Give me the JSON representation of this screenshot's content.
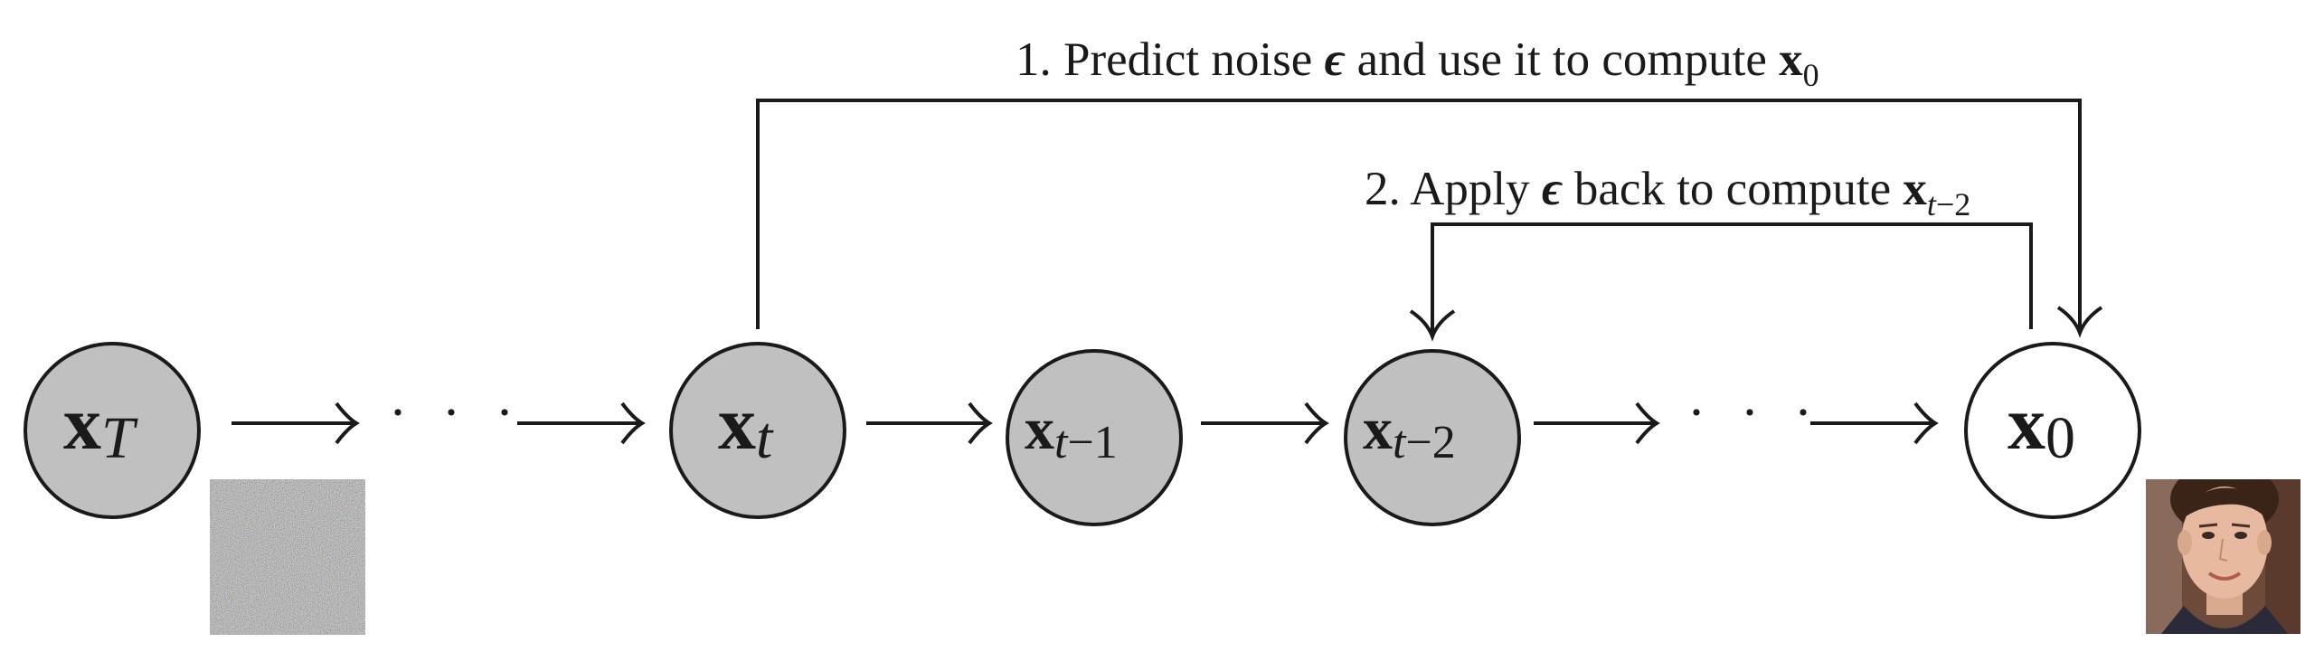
{
  "captions": {
    "step1": {
      "prefix": "1. Predict noise ",
      "eps": "ϵ",
      "middle": " and use it to compute ",
      "var": "x",
      "sub": "0"
    },
    "step2": {
      "prefix": "2. Apply ",
      "eps": "ϵ",
      "middle": " back to compute ",
      "var": "x",
      "sub_italic": "t",
      "sub_minus": "−",
      "sub_num": "2"
    }
  },
  "nodes": {
    "xT": {
      "var": "x",
      "sub": "T",
      "fill": "#c0c0c0"
    },
    "xt": {
      "var": "x",
      "sub": "t",
      "fill": "#c0c0c0"
    },
    "xt1": {
      "var": "x",
      "sub_italic": "t",
      "sub_rest": "−1",
      "fill": "#c0c0c0"
    },
    "xt2": {
      "var": "x",
      "sub_italic": "t",
      "sub_rest": "−2",
      "fill": "#c0c0c0"
    },
    "x0": {
      "var": "x",
      "sub": "0",
      "fill": "#ffffff"
    }
  },
  "ellipsis": "· · ·",
  "colors": {
    "stroke": "#1a1a1a",
    "node_gray": "#c0c0c0",
    "noise_base": "#8a8a8a",
    "face_bg": "#6e4a3a",
    "face_skin": "#e6b9a0"
  },
  "images": {
    "noise_icon": "noise-image-icon",
    "face_icon": "face-image-icon"
  }
}
